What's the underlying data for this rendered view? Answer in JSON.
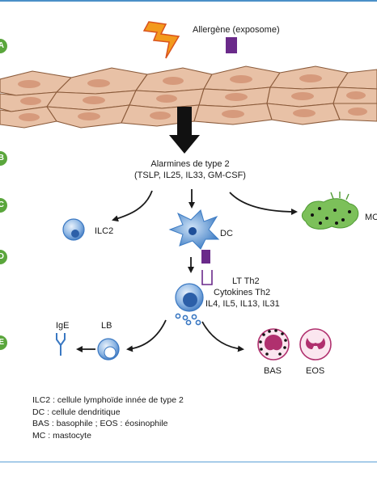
{
  "allergen_label": "Allergène (exposome)",
  "steps": [
    "A",
    "B",
    "C",
    "D",
    "E"
  ],
  "alarmins": {
    "line1": "Alarmines de type 2",
    "line2": "(TSLP, IL25, IL33, GM-CSF)"
  },
  "cells": {
    "ilc2": "ILC2",
    "dc": "DC",
    "mc": "MC",
    "lb": "LB",
    "ige": "IgE",
    "bas": "BAS",
    "eos": "EOS"
  },
  "th2": {
    "line1": "LT Th2",
    "line2": "Cytokines Th2",
    "line3": "IL4, IL5, IL13, IL31"
  },
  "legend": [
    "ILC2 : cellule lymphoïde innée de type 2",
    "DC : cellule dendritique",
    "BAS : basophile ; EOS : éosinophile",
    "MC : mastocyte"
  ],
  "colors": {
    "step_green": "#5aa63c",
    "cell_blue": "#3a78c2",
    "allergen_purple": "#6a2a8a",
    "epithelium": "#e8c1a6",
    "mast_green": "#7cc05a",
    "granulocyte_magenta": "#b0306e"
  }
}
